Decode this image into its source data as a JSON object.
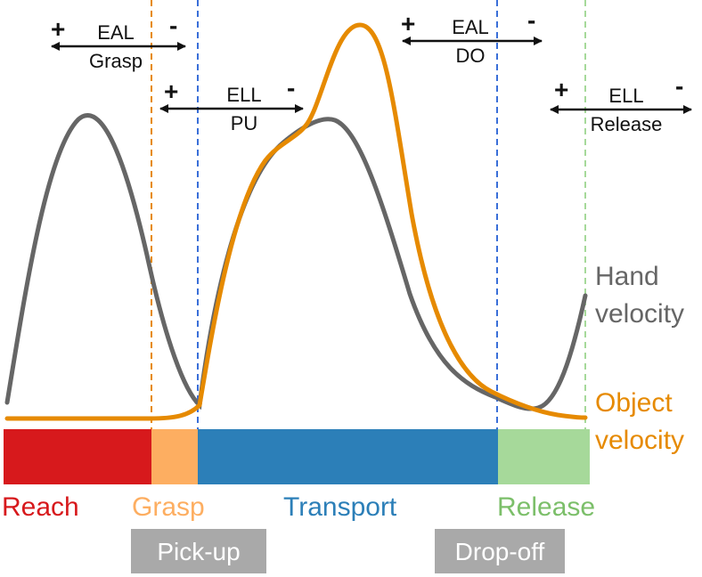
{
  "colors": {
    "reach": "#d7191c",
    "grasp": "#fdae61",
    "transport": "#2c7fb8",
    "release": "#a6d99a",
    "hand": "#666666",
    "object": "#e68a00",
    "event_box": "#a9a9a9",
    "release_label": "#7cbf6a",
    "grasp_label": "#fdae61",
    "transport_label": "#2c7fb8",
    "reach_label": "#d7191c"
  },
  "legend": {
    "hand_line1": "Hand",
    "hand_line2": "velocity",
    "object_line1": "Object",
    "object_line2": "velocity"
  },
  "phases": [
    {
      "key": "reach",
      "label": "Reach"
    },
    {
      "key": "grasp",
      "label": "Grasp"
    },
    {
      "key": "transport",
      "label": "Transport"
    },
    {
      "key": "release",
      "label": "Release"
    }
  ],
  "events": [
    {
      "key": "pickup",
      "label": "Pick-up"
    },
    {
      "key": "dropoff",
      "label": "Drop-off"
    }
  ],
  "intervals": [
    {
      "key": "eal-grasp",
      "top": "EAL",
      "bottom": "Grasp",
      "plus": "+",
      "minus": "-"
    },
    {
      "key": "ell-pu",
      "top": "ELL",
      "bottom": "PU",
      "plus": "+",
      "minus": "-"
    },
    {
      "key": "eal-do",
      "top": "EAL",
      "bottom": "DO",
      "plus": "+",
      "minus": "-"
    },
    {
      "key": "ell-release",
      "top": "ELL",
      "bottom": "Release",
      "plus": "+",
      "minus": "-"
    }
  ]
}
